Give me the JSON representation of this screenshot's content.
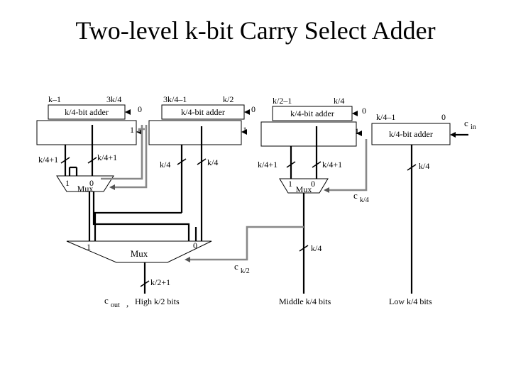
{
  "title": "Two-level k-bit Carry Select Adder",
  "adders": {
    "a1": {
      "label": "k/4-bit adder",
      "msb": "k–1",
      "lsb": "3k/4"
    },
    "a2": {
      "label": "k/4-bit adder",
      "msb": "3k/4–1",
      "lsb": "k/2"
    },
    "a3": {
      "label": "k/4-bit adder",
      "msb": "k/2–1",
      "lsb": "k/4"
    },
    "a4": {
      "label": "k/4-bit adder",
      "msb": "k/4–1",
      "lsb": "0"
    }
  },
  "carry_in_labels": {
    "zero": "0",
    "one": "1"
  },
  "widths": {
    "kq1": "k/4+1",
    "kq": "k/4",
    "kh1": "k/2+1"
  },
  "mux": {
    "label": "Mux",
    "in1": "1",
    "in0": "0"
  },
  "signals": {
    "cin": "c",
    "cin_sub": "in",
    "ck4": "c",
    "ck4_sub": "k/4",
    "ck2": "c",
    "ck2_sub": "k/2",
    "cout": "c",
    "cout_sub": "out",
    "cout_sep": ","
  },
  "outputs": {
    "high": "High k/2 bits",
    "middle": "Middle k/4 bits",
    "low": "Low k/4 bits"
  }
}
